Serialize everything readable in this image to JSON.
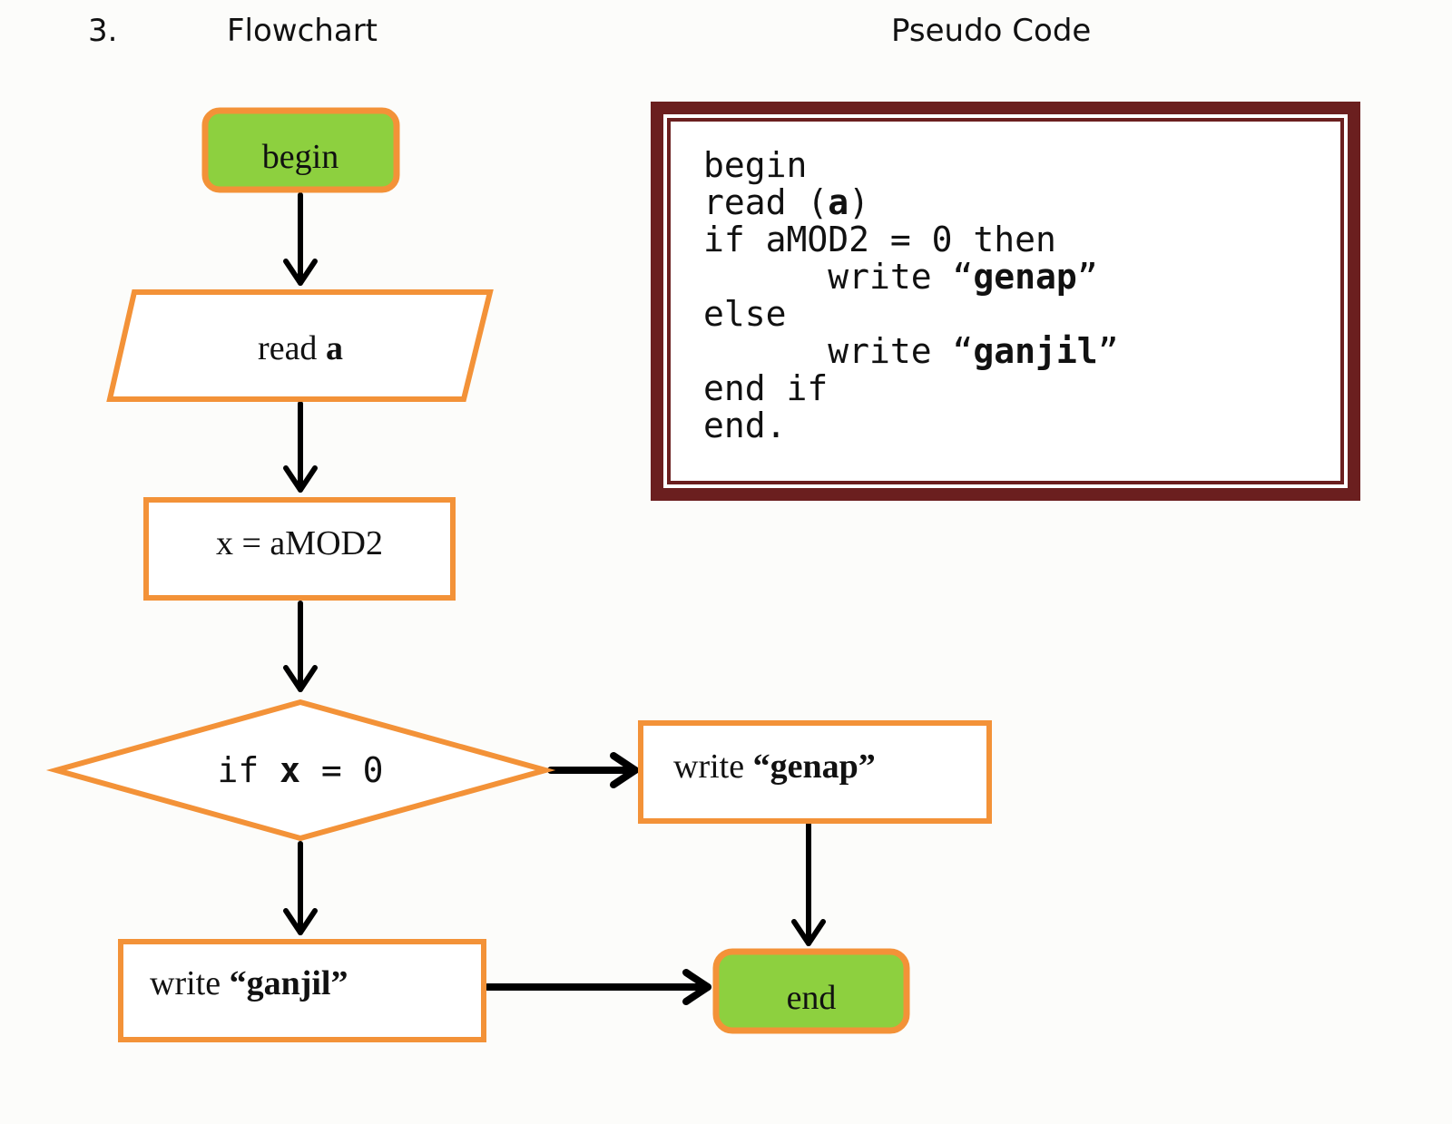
{
  "header": {
    "number": "3.",
    "flowchart_title": "Flowchart",
    "pseudocode_title": "Pseudo Code"
  },
  "colors": {
    "terminal_fill": "#8dd03f",
    "node_stroke": "#f39238",
    "pseudocode_border": "#6b1f1f",
    "arrow": "#000000"
  },
  "flowchart": {
    "nodes": {
      "begin": {
        "shape": "terminal",
        "text": "begin"
      },
      "read": {
        "shape": "parallelogram",
        "text_plain": "read ",
        "text_bold": "a"
      },
      "assign": {
        "shape": "process",
        "text": "x = aMOD2"
      },
      "decision": {
        "shape": "diamond",
        "text_pre": "if ",
        "text_bold": "x",
        "text_post": " = 0"
      },
      "write_genap": {
        "shape": "process",
        "text_plain": "write  ",
        "text_bold": "“genap”"
      },
      "write_ganjil": {
        "shape": "process",
        "text_plain": "write  ",
        "text_bold": "“ganjil”"
      },
      "end": {
        "shape": "terminal",
        "text": "end"
      }
    },
    "edges": [
      {
        "from": "begin",
        "to": "read"
      },
      {
        "from": "read",
        "to": "assign"
      },
      {
        "from": "assign",
        "to": "decision"
      },
      {
        "from": "decision",
        "to": "write_genap"
      },
      {
        "from": "decision",
        "to": "write_ganjil"
      },
      {
        "from": "write_genap",
        "to": "end"
      },
      {
        "from": "write_ganjil",
        "to": "end"
      }
    ]
  },
  "pseudocode": {
    "lines": [
      {
        "pre": "begin",
        "bold": "",
        "post": ""
      },
      {
        "pre": "read (",
        "bold": "a",
        "post": ")"
      },
      {
        "pre": "if aMOD2 = 0 then",
        "bold": "",
        "post": ""
      },
      {
        "pre": "      write “",
        "bold": "genap",
        "post": "”"
      },
      {
        "pre": "else",
        "bold": "",
        "post": ""
      },
      {
        "pre": "      write “",
        "bold": "ganjil",
        "post": "”"
      },
      {
        "pre": "end if",
        "bold": "",
        "post": ""
      },
      {
        "pre": "end.",
        "bold": "",
        "post": ""
      }
    ]
  }
}
